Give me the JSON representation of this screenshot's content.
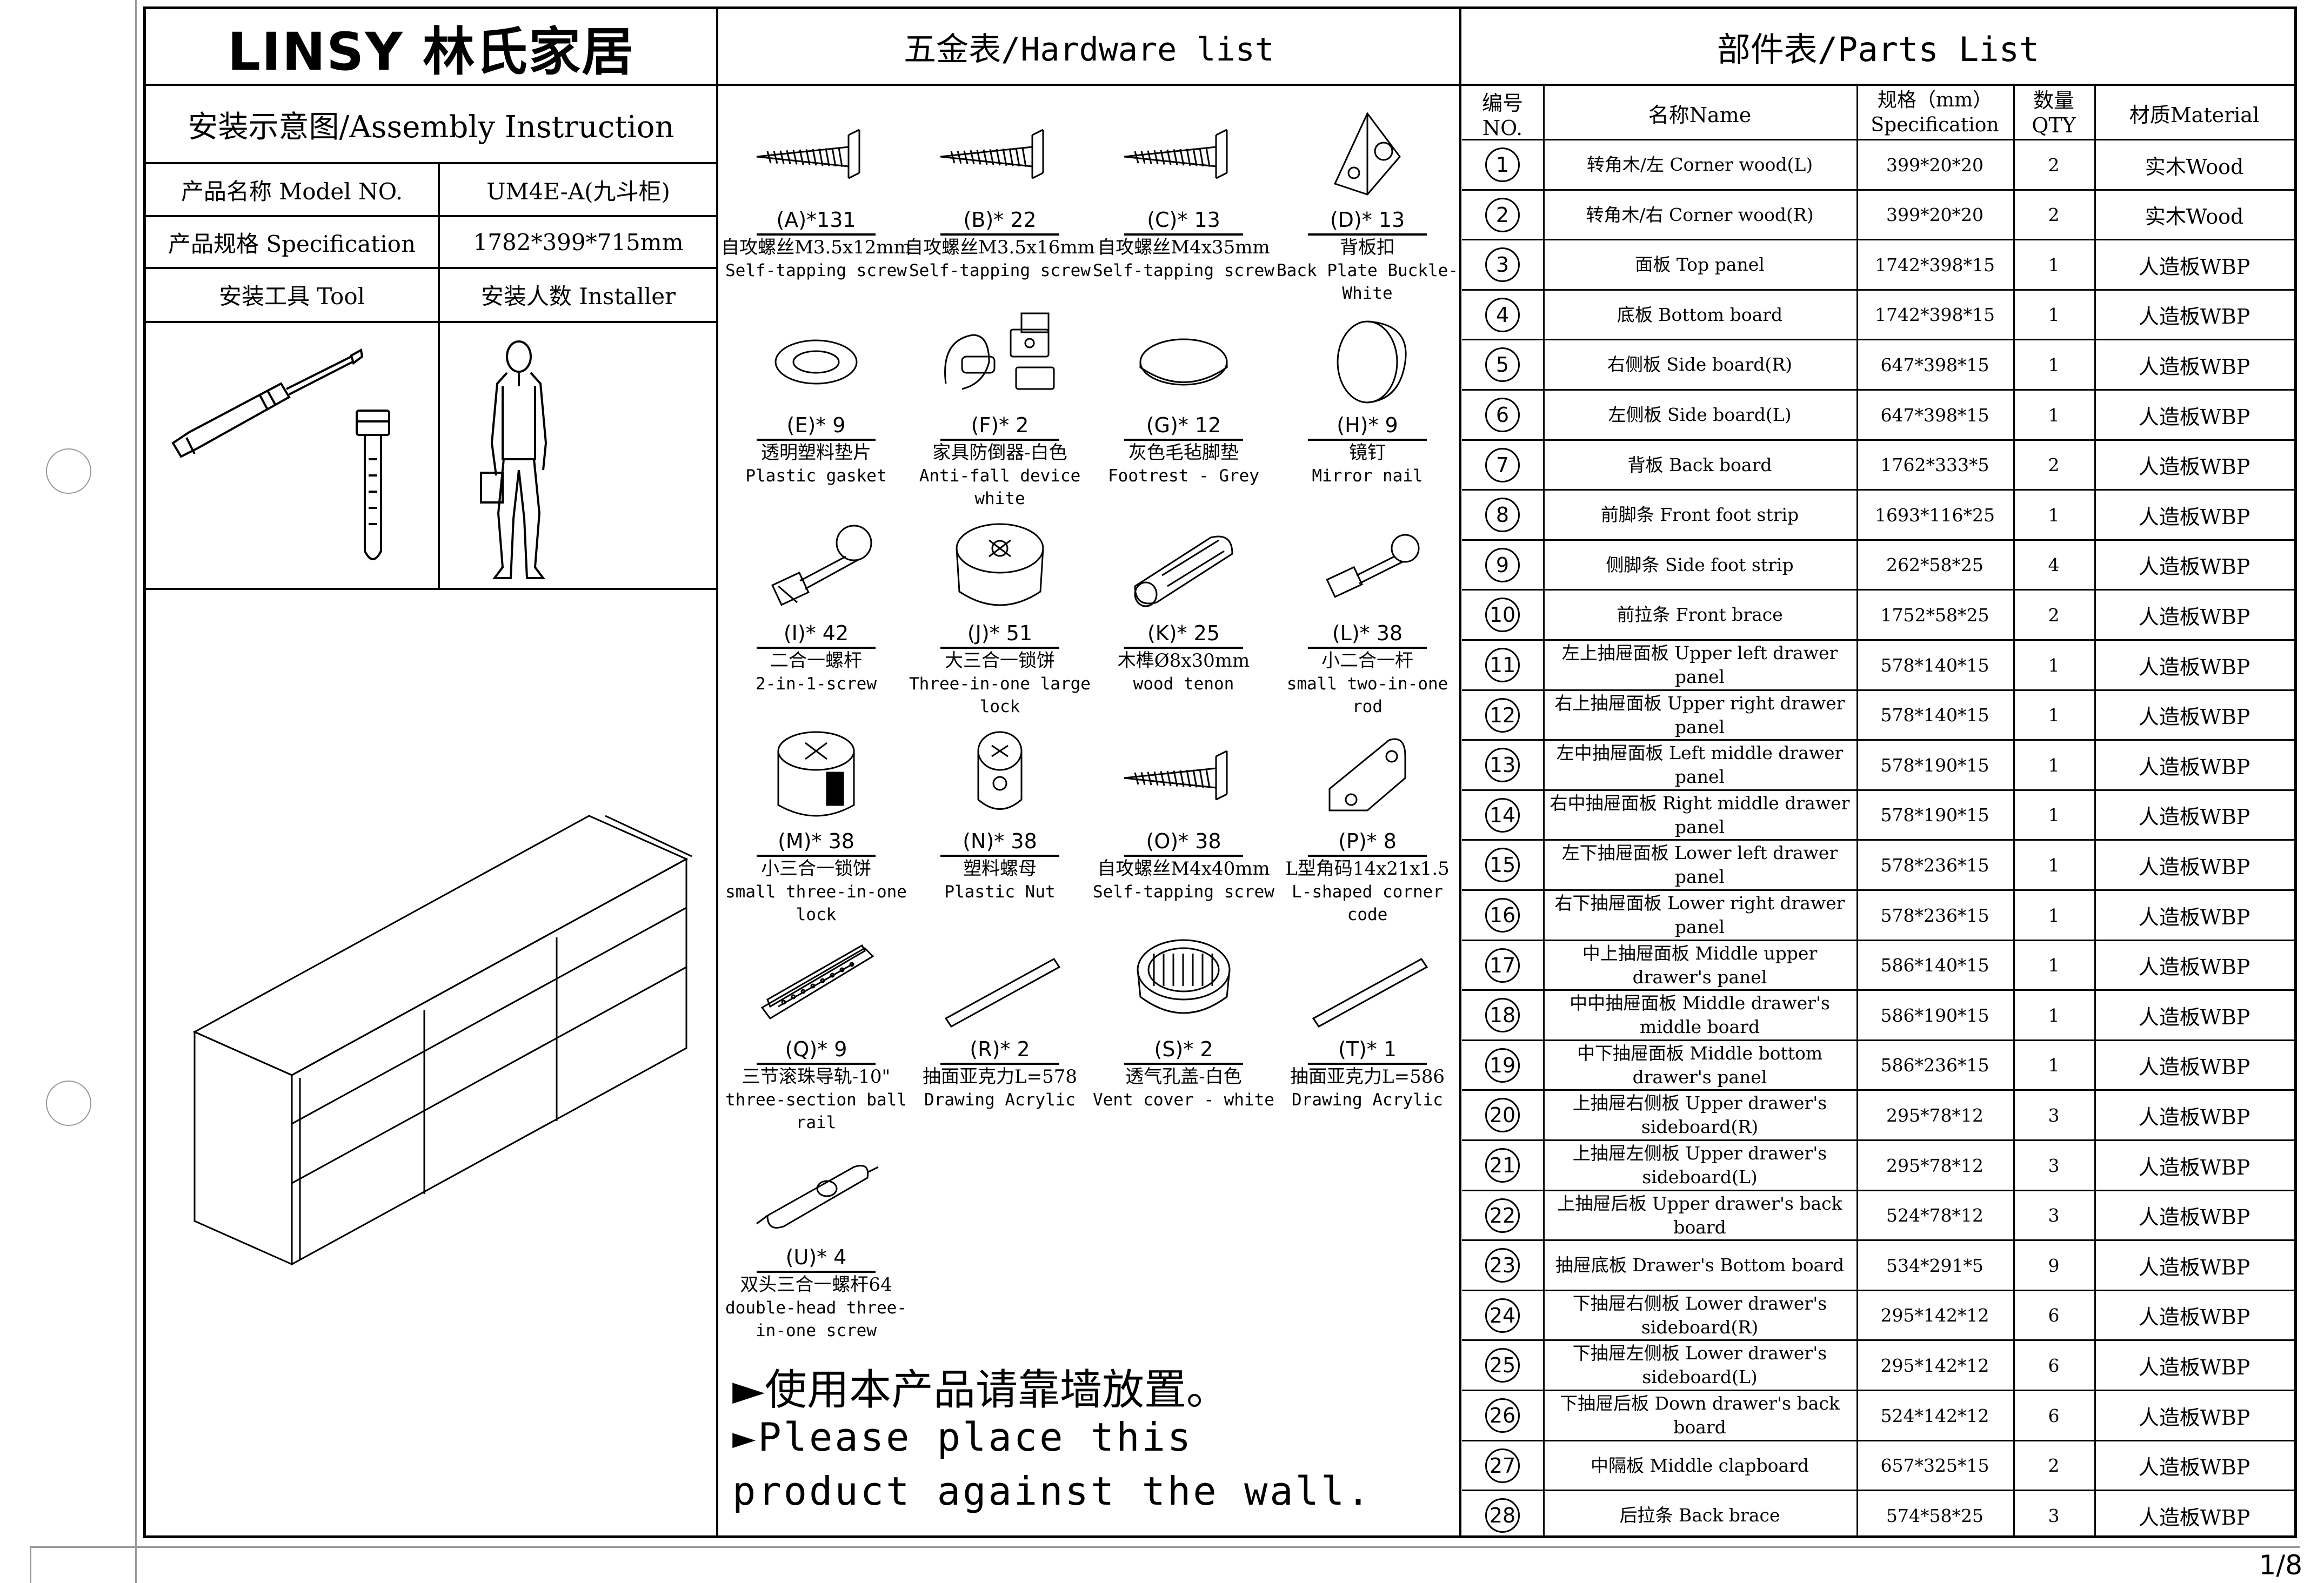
{
  "brand": {
    "logo_text": "LINSY 林氏家居"
  },
  "left": {
    "title": "安装示意图/Assembly Instruction",
    "rows": [
      {
        "label": "产品名称 Model NO.",
        "value": "UM4E-A(九斗柜)"
      },
      {
        "label": "产品规格 Specification",
        "value": "1782*399*715mm"
      },
      {
        "label": "安装工具 Tool",
        "value": "安装人数 Installer"
      }
    ]
  },
  "hardware": {
    "title": "五金表/Hardware list",
    "items": [
      {
        "code": "(A)*131",
        "cn": "自攻螺丝M3.5x12mm",
        "en": "Self-tapping screw",
        "icon": "screw-icon"
      },
      {
        "code": "(B)* 22",
        "cn": "自攻螺丝M3.5x16mm",
        "en": "Self-tapping screw",
        "icon": "screw-icon"
      },
      {
        "code": "(C)* 13",
        "cn": "自攻螺丝M4x35mm",
        "en": "Self-tapping screw",
        "icon": "screw-icon"
      },
      {
        "code": "(D)* 13",
        "cn": "背板扣",
        "en": "Back Plate Buckle-White",
        "icon": "back-plate-buckle-icon"
      },
      {
        "code": "(E)* 9",
        "cn": "透明塑料垫片",
        "en": "Plastic gasket",
        "icon": "gasket-icon"
      },
      {
        "code": "(F)* 2",
        "cn": "家具防倒器-白色",
        "en": "Anti-fall device white",
        "icon": "anti-fall-device-icon"
      },
      {
        "code": "(G)* 12",
        "cn": "灰色毛毡脚垫",
        "en": "Footrest - Grey",
        "icon": "footrest-icon"
      },
      {
        "code": "(H)* 9",
        "cn": "镜钉",
        "en": "Mirror nail",
        "icon": "mirror-nail-icon"
      },
      {
        "code": "(I)* 42",
        "cn": "二合一螺杆",
        "en": "2-in-1-screw",
        "icon": "two-in-one-screw-icon"
      },
      {
        "code": "(J)* 51",
        "cn": "大三合一锁饼",
        "en": "Three-in-one large lock",
        "icon": "large-lock-icon"
      },
      {
        "code": "(K)* 25",
        "cn": "木榫Ø8x30mm",
        "en": "wood tenon",
        "icon": "wood-tenon-icon"
      },
      {
        "code": "(L)* 38",
        "cn": "小二合一杆",
        "en": "small two-in-one rod",
        "icon": "two-in-one-rod-icon"
      },
      {
        "code": "(M)* 38",
        "cn": "小三合一锁饼",
        "en": "small three-in-one lock",
        "icon": "small-lock-icon"
      },
      {
        "code": "(N)* 38",
        "cn": "塑料螺母",
        "en": "Plastic Nut",
        "icon": "plastic-nut-icon"
      },
      {
        "code": "(O)* 38",
        "cn": "自攻螺丝M4x40mm",
        "en": "Self-tapping screw",
        "icon": "screw-icon"
      },
      {
        "code": "(P)* 8",
        "cn": "L型角码14x21x1.5",
        "en": "L-shaped corner code",
        "icon": "l-bracket-icon"
      },
      {
        "code": "(Q)* 9",
        "cn": "三节滚珠导轨-10\"",
        "en": "three-section ball rail",
        "icon": "ball-rail-icon"
      },
      {
        "code": "(R)* 2",
        "cn": "抽面亚克力L=578",
        "en": "Drawing  Acrylic",
        "icon": "acrylic-strip-icon"
      },
      {
        "code": "(S)* 2",
        "cn": "透气孔盖-白色",
        "en": "Vent cover - white",
        "icon": "vent-cover-icon"
      },
      {
        "code": "(T)* 1",
        "cn": "抽面亚克力L=586",
        "en": "Drawing  Acrylic",
        "icon": "acrylic-strip-icon"
      },
      {
        "code": "(U)* 4",
        "cn": "双头三合一螺杆64",
        "en": "double-head three-in-one screw",
        "icon": "double-head-screw-icon"
      }
    ],
    "notice_cn": "►使用本产品请靠墙放置。",
    "notice_en": "►Please place this product against the wall."
  },
  "parts": {
    "title": "部件表/Parts List",
    "headers": {
      "no": "编号NO.",
      "name": "名称Name",
      "spec_cn": "规格（mm）",
      "spec_en": "Specification",
      "qty_cn": "数量",
      "qty_en": "QTY",
      "material": "材质Material"
    },
    "rows": [
      {
        "no": "1",
        "name": "转角木/左 Corner wood(L)",
        "spec": "399*20*20",
        "qty": "2",
        "material": "实木Wood"
      },
      {
        "no": "2",
        "name": "转角木/右 Corner wood(R)",
        "spec": "399*20*20",
        "qty": "2",
        "material": "实木Wood"
      },
      {
        "no": "3",
        "name": "面板 Top panel",
        "spec": "1742*398*15",
        "qty": "1",
        "material": "人造板WBP"
      },
      {
        "no": "4",
        "name": "底板 Bottom board",
        "spec": "1742*398*15",
        "qty": "1",
        "material": "人造板WBP"
      },
      {
        "no": "5",
        "name": "右侧板 Side board(R)",
        "spec": "647*398*15",
        "qty": "1",
        "material": "人造板WBP"
      },
      {
        "no": "6",
        "name": "左侧板 Side board(L)",
        "spec": "647*398*15",
        "qty": "1",
        "material": "人造板WBP"
      },
      {
        "no": "7",
        "name": "背板 Back board",
        "spec": "1762*333*5",
        "qty": "2",
        "material": "人造板WBP"
      },
      {
        "no": "8",
        "name": "前脚条 Front foot strip",
        "spec": "1693*116*25",
        "qty": "1",
        "material": "人造板WBP"
      },
      {
        "no": "9",
        "name": "侧脚条 Side foot strip",
        "spec": "262*58*25",
        "qty": "4",
        "material": "人造板WBP"
      },
      {
        "no": "10",
        "name": "前拉条 Front brace",
        "spec": "1752*58*25",
        "qty": "2",
        "material": "人造板WBP"
      },
      {
        "no": "11",
        "name": "左上抽屉面板 Upper left drawer panel",
        "spec": "578*140*15",
        "qty": "1",
        "material": "人造板WBP"
      },
      {
        "no": "12",
        "name": "右上抽屉面板 Upper right drawer panel",
        "spec": "578*140*15",
        "qty": "1",
        "material": "人造板WBP"
      },
      {
        "no": "13",
        "name": "左中抽屉面板 Left middle drawer panel",
        "spec": "578*190*15",
        "qty": "1",
        "material": "人造板WBP"
      },
      {
        "no": "14",
        "name": "右中抽屉面板 Right middle drawer panel",
        "spec": "578*190*15",
        "qty": "1",
        "material": "人造板WBP"
      },
      {
        "no": "15",
        "name": "左下抽屉面板 Lower left drawer panel",
        "spec": "578*236*15",
        "qty": "1",
        "material": "人造板WBP"
      },
      {
        "no": "16",
        "name": "右下抽屉面板 Lower right drawer panel",
        "spec": "578*236*15",
        "qty": "1",
        "material": "人造板WBP"
      },
      {
        "no": "17",
        "name": "中上抽屉面板 Middle upper drawer's panel",
        "spec": "586*140*15",
        "qty": "1",
        "material": "人造板WBP"
      },
      {
        "no": "18",
        "name": "中中抽屉面板 Middle drawer's middle board",
        "spec": "586*190*15",
        "qty": "1",
        "material": "人造板WBP"
      },
      {
        "no": "19",
        "name": "中下抽屉面板 Middle bottom drawer's panel",
        "spec": "586*236*15",
        "qty": "1",
        "material": "人造板WBP"
      },
      {
        "no": "20",
        "name": "上抽屉右侧板 Upper drawer's sideboard(R)",
        "spec": "295*78*12",
        "qty": "3",
        "material": "人造板WBP"
      },
      {
        "no": "21",
        "name": "上抽屉左侧板 Upper drawer's sideboard(L)",
        "spec": "295*78*12",
        "qty": "3",
        "material": "人造板WBP"
      },
      {
        "no": "22",
        "name": "上抽屉后板 Upper drawer's back board",
        "spec": "524*78*12",
        "qty": "3",
        "material": "人造板WBP"
      },
      {
        "no": "23",
        "name": "抽屉底板 Drawer's Bottom board",
        "spec": "534*291*5",
        "qty": "9",
        "material": "人造板WBP"
      },
      {
        "no": "24",
        "name": "下抽屉右侧板 Lower drawer's sideboard(R)",
        "spec": "295*142*12",
        "qty": "6",
        "material": "人造板WBP"
      },
      {
        "no": "25",
        "name": "下抽屉左侧板 Lower drawer's sideboard(L)",
        "spec": "295*142*12",
        "qty": "6",
        "material": "人造板WBP"
      },
      {
        "no": "26",
        "name": "下抽屉后板 Down drawer's back board",
        "spec": "524*142*12",
        "qty": "6",
        "material": "人造板WBP"
      },
      {
        "no": "27",
        "name": "中隔板 Middle clapboard",
        "spec": "657*325*15",
        "qty": "2",
        "material": "人造板WBP"
      },
      {
        "no": "28",
        "name": "后拉条 Back brace",
        "spec": "574*58*25",
        "qty": "3",
        "material": "人造板WBP"
      }
    ]
  },
  "page_number": "1/8"
}
